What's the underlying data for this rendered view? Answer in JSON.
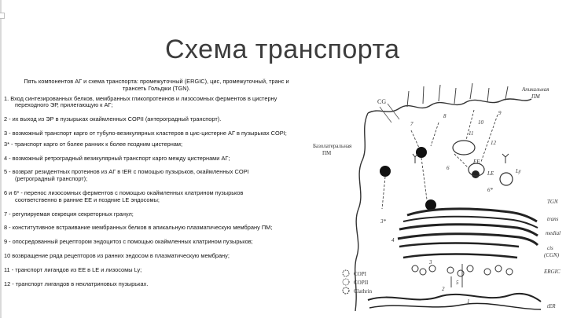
{
  "title": "Схема транспорта",
  "intro": [
    "Пять компонентов АГ и схема транспорта: промежуточный (ERGIC), цис, промежуточный, транс и",
    "трансеть Гольджи (TGN)."
  ],
  "items": [
    {
      "line1": "1. Вход синтезированных белков, мембранных гликопротеинов и лизосомных ферментов в цистерну",
      "line2": "переходного ЭР, прилегающую к АГ;"
    },
    {
      "line1": "2 - их выход из ЭР в пузырьках окаймленных COPII (антероградный транспорт).",
      "line2": ""
    },
    {
      "line1": "3 - возможный транспорт карго от тубуло-везикулярных кластеров в цис-цистерне АГ в пузырьках COPI;",
      "line2": ""
    },
    {
      "line1": "3* - транспорт карго от более ранних к более поздним цистернам;",
      "line2": ""
    },
    {
      "line1": "4 - возможный ретроградный везикулярный транспорт карго между цистернами АГ;",
      "line2": ""
    },
    {
      "line1": "5 - возврат резидентных протеинов из АГ в tER с помощью пузырьков, окаймленных COPI",
      "line2": "(ретроградный транспорт);"
    },
    {
      "line1": "6 и 6* - перенос лизосомных ферментов с помощью окаймленных клатрином пузырьков",
      "line2": "соответственно в ранние EE и поздние LE эндосомы;"
    },
    {
      "line1": "7 - регулируемая секреция секреторных гранул;",
      "line2": ""
    },
    {
      "line1": "8 - конститутивное встраивание мембранных белков в апикальную плазматическую мембрану ПМ;",
      "line2": ""
    },
    {
      "line1": "9 - опосредованный рецептором эндоцитоз с помощью окаймленных клатрином пузырьков;",
      "line2": ""
    },
    {
      "line1": "10 возвращение ряда рецепторов из ранних эндосом в плазматическую мембрану;",
      "line2": ""
    },
    {
      "line1": "11 - транспорт лигандов из EE в LE и лизосомы Ly;",
      "line2": ""
    },
    {
      "line1": "12 - транспорт лигандов в неклатриновых пузырьках.",
      "line2": ""
    }
  ],
  "diagram": {
    "labels": {
      "cg": "CG",
      "apical_1": "Апикальная",
      "apical_2": "ПМ",
      "baso_1": "Базолатеральная",
      "baso_2": "ПМ",
      "ee": "EE",
      "le": "LE",
      "ly": "Ly",
      "tgn": "TGN",
      "trans": "trans",
      "medial": "medial",
      "cis": "cis",
      "cgn": "(CGN)",
      "ergic": "ERGIC",
      "ter": "tER",
      "n1": "1",
      "n2": "2",
      "n3": "3",
      "n3s": "3*",
      "n4": "4",
      "n5": "5",
      "n6": "6",
      "n6s": "6*",
      "n7": "7",
      "n8": "8",
      "n9": "9",
      "n10": "10",
      "n11": "11",
      "n12": "12"
    },
    "legend": [
      "COPI",
      "COPII",
      "Clathrin"
    ]
  }
}
